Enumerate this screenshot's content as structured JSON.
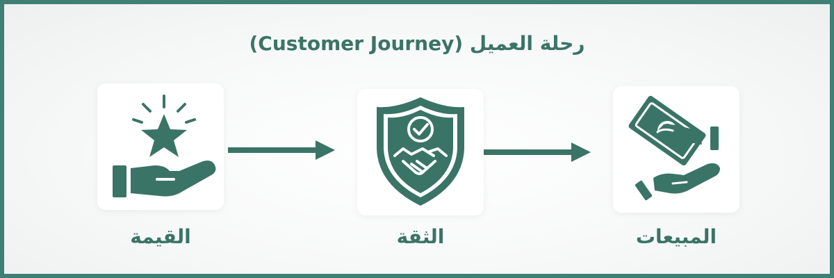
{
  "title": "رحلة العميل (Customer Journey)",
  "steps": [
    {
      "label": "القيمة",
      "icon": "hand-star-icon"
    },
    {
      "label": "الثقة",
      "icon": "shield-handshake-icon"
    },
    {
      "label": "المبيعات",
      "icon": "money-hand-icon"
    }
  ],
  "colors": {
    "accent": "#3a7466",
    "border": "#3f7f74"
  }
}
